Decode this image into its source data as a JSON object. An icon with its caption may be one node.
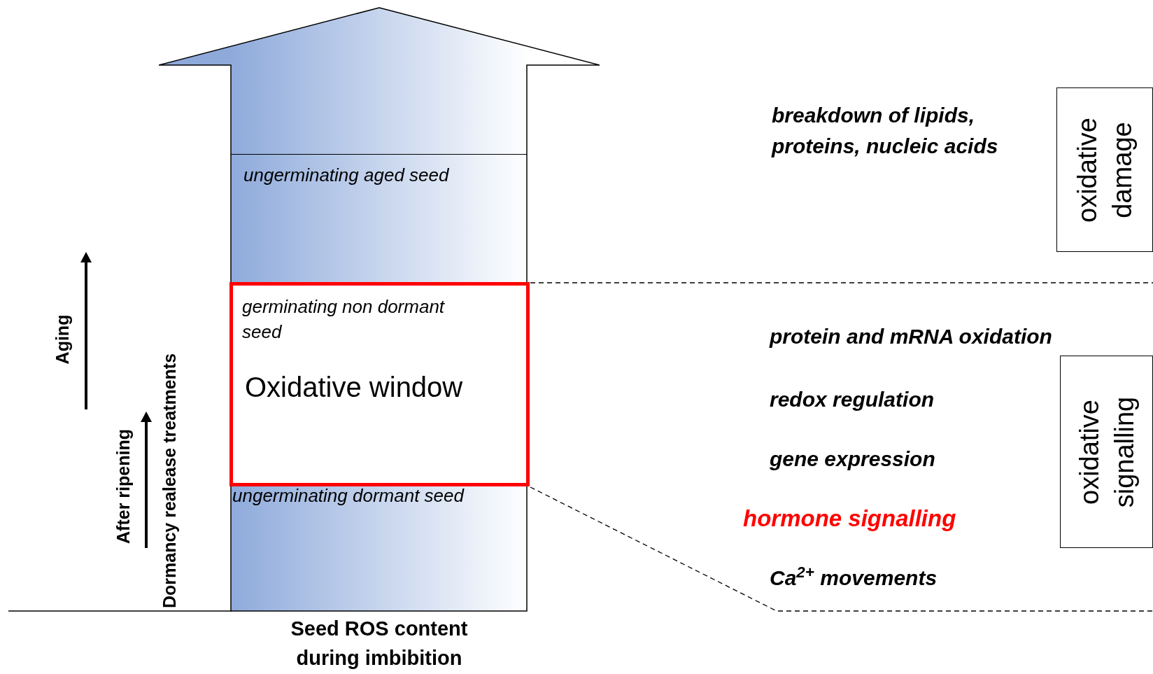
{
  "diagram": {
    "nodes": [
      {
        "text": [
          "Seed ROS content during imbibition"
        ]
      },
      {
        "text": [
          "ungerminating aged seed"
        ],
        "in": 0
      },
      {
        "text": [
          "germinating non dormant seed",
          "Oxidative window"
        ],
        "in": 0
      },
      {
        "text": [
          "ungerminating dormant seed"
        ],
        "in": 0
      },
      {
        "text": [
          "oxidative damage"
        ]
      },
      {
        "text": [
          "oxidative signalling"
        ]
      }
    ],
    "labels": [
      "Aging",
      "After ripening",
      "Dormancy realease treatments",
      "breakdown of lipids, proteins, nucleic acids",
      "protein and mRNA oxidation",
      "redox regulation",
      "gene expression",
      "hormone signalling",
      "Ca$^{2+}$ movements"
    ]
  }
}
